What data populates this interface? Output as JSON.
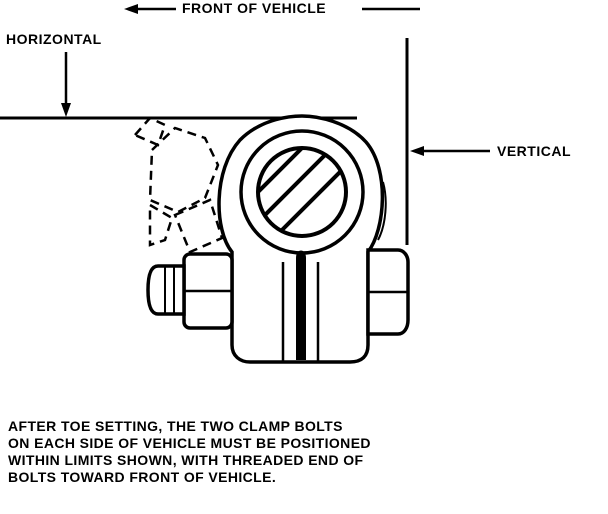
{
  "labels": {
    "front_of_vehicle": "FRONT OF VEHICLE",
    "horizontal": "HORIZONTAL",
    "vertical": "VERTICAL"
  },
  "caption": {
    "lines": [
      "AFTER TOE SETTING, THE TWO CLAMP BOLTS",
      "ON EACH SIDE OF VEHICLE MUST BE POSITIONED",
      "WITHIN LIMITS SHOWN, WITH THREADED END OF",
      "BOLTS TOWARD FRONT OF VEHICLE."
    ]
  }
}
